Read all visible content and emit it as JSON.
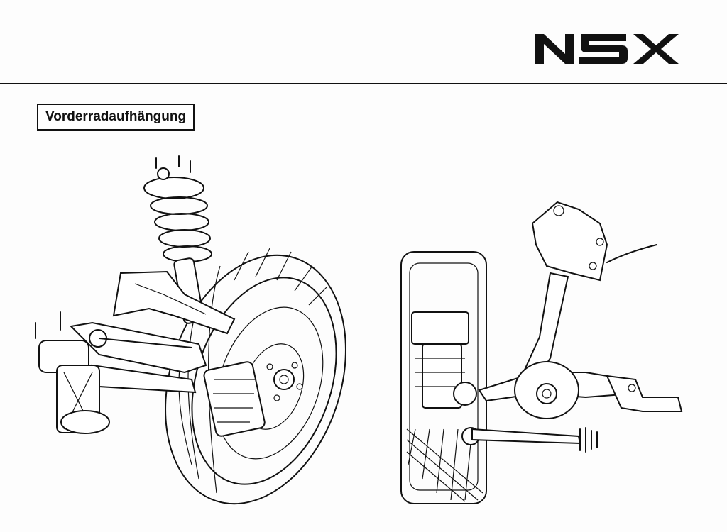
{
  "header": {
    "brand_text": "NSX"
  },
  "section": {
    "label": "Vorderradaufhängung"
  },
  "illustrations": [
    {
      "icon": "front-suspension-perspective-drawing"
    },
    {
      "icon": "front-suspension-front-view-drawing"
    }
  ],
  "colors": {
    "ink": "#111111",
    "paper": "#fdfdfd"
  }
}
